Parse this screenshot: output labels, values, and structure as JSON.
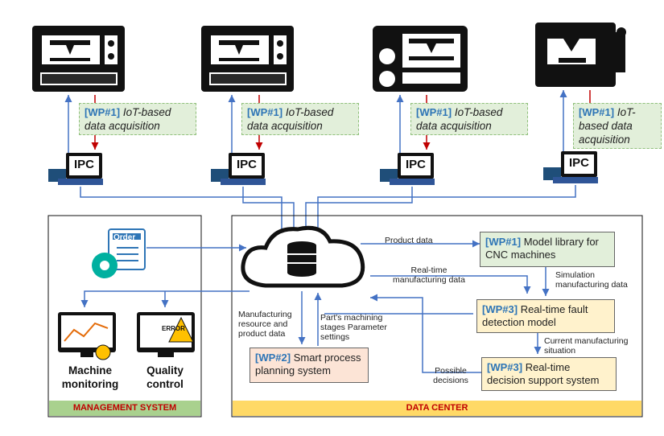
{
  "colors": {
    "arrow_blue": "#4472c4",
    "arrow_red": "#c00000",
    "wp_tag_blue": "#2e75b6",
    "green_fill": "#e2efda",
    "orange_fill": "#fce4d6",
    "yellow_fill": "#fff2cc",
    "management_footer": "#a9d18e",
    "datacenter_footer": "#ffd966"
  },
  "machines": [
    {
      "icon": "cnc-3d-printer-icon",
      "wp_tag": "[WP#1]",
      "wp_text": "IoT-based data acquisition",
      "ipc": "IPC"
    },
    {
      "icon": "cnc-3d-printer-icon",
      "wp_tag": "[WP#1]",
      "wp_text": "IoT-based data acquisition",
      "ipc": "IPC"
    },
    {
      "icon": "cnc-lathe-icon",
      "wp_tag": "[WP#1]",
      "wp_text": "IoT-based data acquisition",
      "ipc": "IPC"
    },
    {
      "icon": "cnc-milling-machine-icon",
      "wp_tag": "[WP#1]",
      "wp_text": "IoT-based data acquisition",
      "ipc": "IPC"
    }
  ],
  "management": {
    "order_label": "Order",
    "machine_monitoring": "Machine monitoring",
    "quality_control": "Quality control",
    "error_label": "ERROR",
    "footer": "MANAGEMENT SYSTEM"
  },
  "datacenter": {
    "footer": "DATA CENTER",
    "product_data": "Product data",
    "realtime_mfg_data": "Real-time manufacturing data",
    "sim_mfg_data": "Simulation manufacturing data",
    "current_situation": "Current manufacturing situation",
    "possible_decisions": "Possible decisions",
    "mfg_resource": "Manufacturing resource and product data",
    "parts_stages": "Part's machining stages Parameter settings",
    "model_library": {
      "tag": "[WP#1]",
      "text": "Model library for CNC machines"
    },
    "fault_detection": {
      "tag": "[WP#3]",
      "text": "Real-time fault detection model"
    },
    "decision_support": {
      "tag": "[WP#3]",
      "text": "Real-time decision support system"
    },
    "smart_planning": {
      "tag": "[WP#2]",
      "text": "Smart process planning system"
    }
  }
}
